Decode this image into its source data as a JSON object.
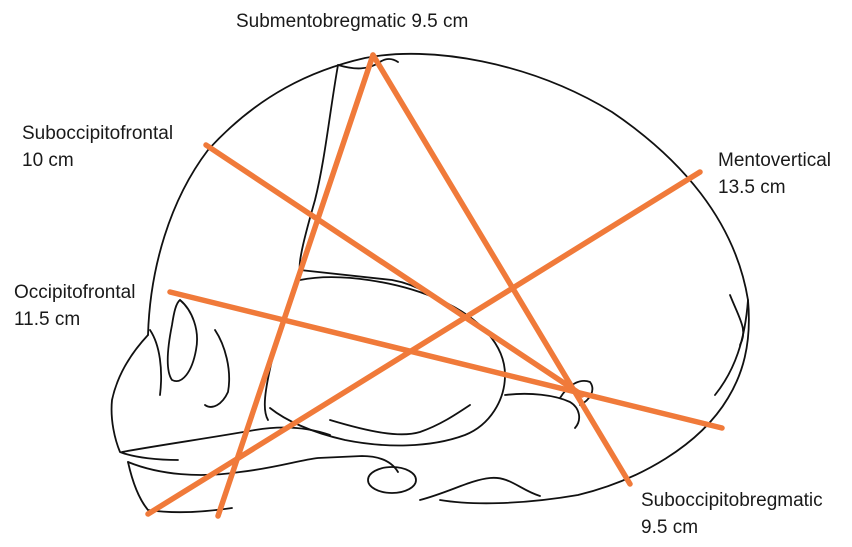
{
  "figure": {
    "colors": {
      "diameter_line": "#F07A3A",
      "outline": "#111111",
      "background": "#FFFFFF"
    },
    "diameters": [
      {
        "id": "submentobregmatic",
        "name": "Submentobregmatic",
        "measure": "9.5 cm"
      },
      {
        "id": "suboccipitofrontal",
        "name": "Suboccipitofrontal",
        "measure": "10 cm"
      },
      {
        "id": "mentovertical",
        "name": "Mentovertical",
        "measure": "13.5 cm"
      },
      {
        "id": "occipitofrontal",
        "name": "Occipitofrontal",
        "measure": "11.5 cm"
      },
      {
        "id": "suboccipitobregmatic",
        "name": "Suboccipitobregmatic",
        "measure": "9.5 cm"
      }
    ]
  },
  "labels": {
    "submentobregmatic": "Submentobregmatic 9.5 cm",
    "suboccipitofrontal_name": "Suboccipitofrontal",
    "suboccipitofrontal_measure": "10 cm",
    "mentovertical_name": "Mentovertical",
    "mentovertical_measure": "13.5 cm",
    "occipitofrontal_name": "Occipitofrontal",
    "occipitofrontal_measure": "11.5 cm",
    "suboccipitobregmatic_name": "Suboccipitobregmatic",
    "suboccipitobregmatic_measure": "9.5 cm"
  }
}
